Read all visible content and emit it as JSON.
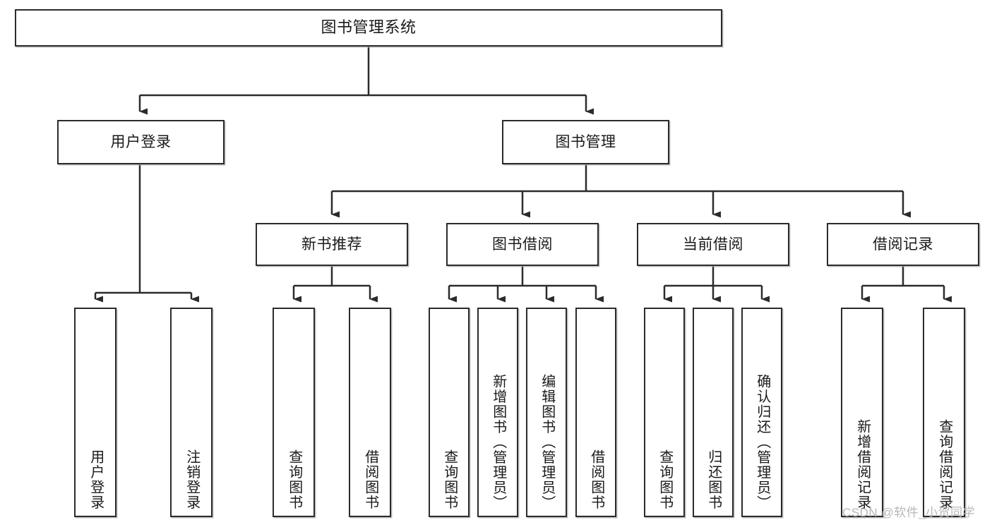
{
  "diagram": {
    "type": "tree-hierarchy",
    "title": "图书管理系统",
    "watermark": "CSDN @软件_小贺同学",
    "style": {
      "border_color": "#2b2b2b",
      "text_color": "#1a1a1a",
      "background": "#ffffff",
      "watermark_color": "#b7b7b7"
    },
    "nodes": {
      "root": {
        "label": "图书管理系统",
        "level": 1
      },
      "l2": [
        {
          "id": "user-login",
          "label": "用户登录",
          "level": 2
        },
        {
          "id": "book-manage",
          "label": "图书管理",
          "level": 2
        }
      ],
      "l3": [
        {
          "id": "new-book-recommend",
          "label": "新书推荐",
          "level": 3,
          "parent": "book-manage"
        },
        {
          "id": "book-borrow",
          "label": "图书借阅",
          "level": 3,
          "parent": "book-manage"
        },
        {
          "id": "current-borrow",
          "label": "当前借阅",
          "level": 3,
          "parent": "book-manage"
        },
        {
          "id": "borrow-record",
          "label": "借阅记录",
          "level": 3,
          "parent": "book-manage"
        }
      ],
      "leaves": [
        {
          "id": "leaf-user-login",
          "label": "用户登录",
          "parent": "user-login"
        },
        {
          "id": "leaf-logout-login",
          "label": "注销登录",
          "parent": "user-login"
        },
        {
          "id": "leaf-query-book-1",
          "label": "查询图书",
          "parent": "new-book-recommend"
        },
        {
          "id": "leaf-borrow-book-1",
          "label": "借阅图书",
          "parent": "new-book-recommend"
        },
        {
          "id": "leaf-query-book-2",
          "label": "查询图书",
          "parent": "book-borrow"
        },
        {
          "id": "leaf-add-book",
          "label": "新增图书（管理员）",
          "parent": "book-borrow"
        },
        {
          "id": "leaf-edit-book",
          "label": "编辑图书（管理员）",
          "parent": "book-borrow"
        },
        {
          "id": "leaf-borrow-book-2",
          "label": "借阅图书",
          "parent": "book-borrow"
        },
        {
          "id": "leaf-query-book-3",
          "label": "查询图书",
          "parent": "current-borrow"
        },
        {
          "id": "leaf-return-book",
          "label": "归还图书",
          "parent": "current-borrow"
        },
        {
          "id": "leaf-confirm-return",
          "label": "确认归还（管理员）",
          "parent": "current-borrow"
        },
        {
          "id": "leaf-add-record",
          "label": "新增借阅记录",
          "parent": "borrow-record"
        },
        {
          "id": "leaf-query-record",
          "label": "查询借阅记录",
          "parent": "borrow-record"
        }
      ]
    }
  }
}
